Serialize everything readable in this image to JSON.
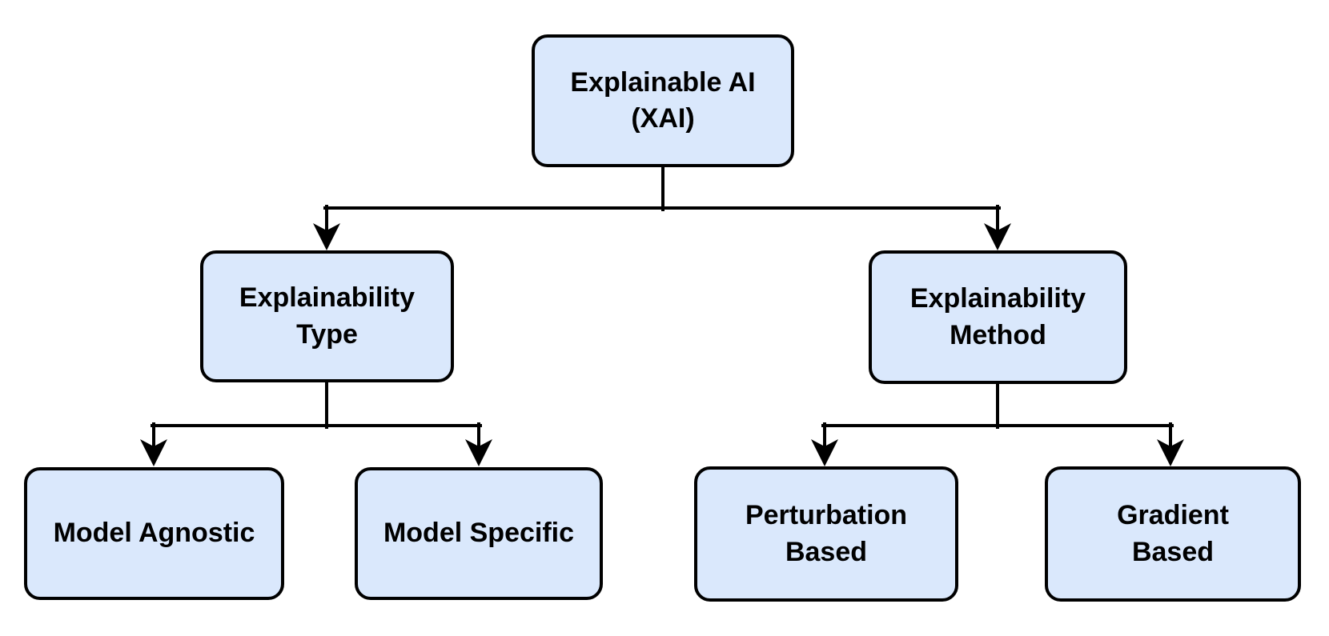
{
  "diagram": {
    "background": "#ffffff",
    "node_fill": "#dae8fc",
    "node_border_color": "#000000",
    "connector_color": "#000000",
    "text_color": "#000000",
    "nodes": {
      "root": {
        "label": "Explainable AI\n(XAI)"
      },
      "type": {
        "label": "Explainability\nType"
      },
      "method": {
        "label": "Explainability\nMethod"
      },
      "model_agnostic": {
        "label": "Model Agnostic"
      },
      "model_specific": {
        "label": "Model Specific"
      },
      "perturbation": {
        "label": "Perturbation\nBased"
      },
      "gradient": {
        "label": "Gradient\nBased"
      }
    },
    "edges": [
      {
        "from": "Explainable AI (XAI)",
        "to": "Explainability Type"
      },
      {
        "from": "Explainable AI (XAI)",
        "to": "Explainability Method"
      },
      {
        "from": "Explainability Type",
        "to": "Model Agnostic"
      },
      {
        "from": "Explainability Type",
        "to": "Model Specific"
      },
      {
        "from": "Explainability Method",
        "to": "Perturbation Based"
      },
      {
        "from": "Explainability Method",
        "to": "Gradient Based"
      }
    ]
  }
}
